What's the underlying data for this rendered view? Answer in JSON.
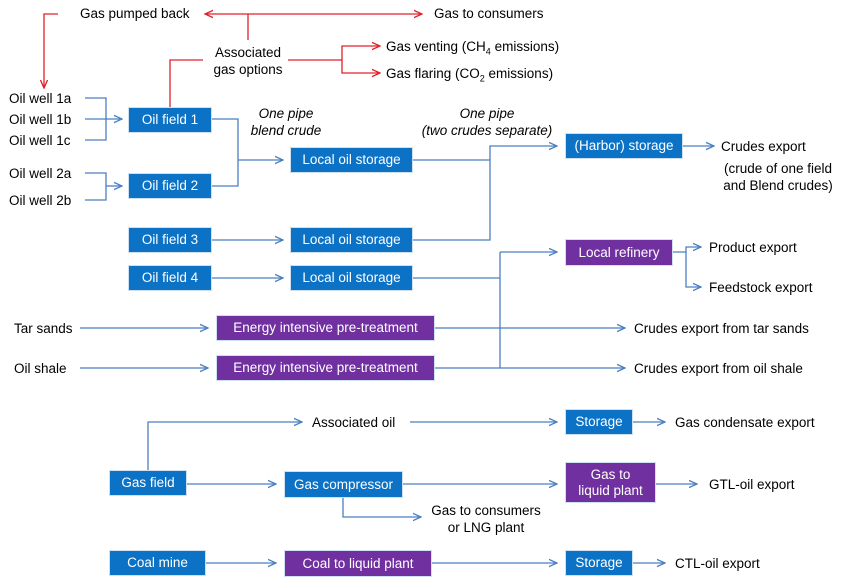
{
  "wells": {
    "w1a": "Oil well 1a",
    "w1b": "Oil well 1b",
    "w1c": "Oil well 1c",
    "w2a": "Oil well 2a",
    "w2b": "Oil well 2b"
  },
  "top": {
    "gas_pumped_back": "Gas pumped back",
    "gas_to_consumers": "Gas to consumers",
    "associated_gas_options_1": "Associated",
    "associated_gas_options_2": "gas options",
    "venting_prefix": "Gas venting (CH",
    "venting_sub": "4",
    "venting_suffix": " emissions)",
    "flaring_prefix": "Gas flaring (CO",
    "flaring_sub": "2",
    "flaring_suffix": " emissions)"
  },
  "boxes": {
    "oil_field_1": "Oil field 1",
    "oil_field_2": "Oil field 2",
    "oil_field_3": "Oil field 3",
    "oil_field_4": "Oil field 4",
    "local_storage_1": "Local oil storage",
    "local_storage_2": "Local oil storage",
    "local_storage_3": "Local oil storage",
    "harbor_storage": "(Harbor) storage",
    "local_refinery": "Local refinery",
    "pretreat_tar": "Energy intensive pre-treatment",
    "pretreat_shale": "Energy intensive pre-treatment",
    "gas_field": "Gas field",
    "gas_compressor": "Gas compressor",
    "gtl_plant_1": "Gas to",
    "gtl_plant_2": "liquid plant",
    "storage_condensate": "Storage",
    "coal_mine": "Coal mine",
    "ctl_plant": "Coal to liquid plant",
    "storage_ctl": "Storage"
  },
  "labels": {
    "one_pipe_blend_1": "One pipe",
    "one_pipe_blend_2": "blend crude",
    "one_pipe_sep_1": "One pipe",
    "one_pipe_sep_2": "(two crudes separate)",
    "crudes_export": "Crudes export",
    "crudes_export_note_1": "(crude of one field",
    "crudes_export_note_2": "and Blend crudes)",
    "product_export": "Product export",
    "feedstock_export": "Feedstock export",
    "tar_sands": "Tar sands",
    "oil_shale": "Oil shale",
    "crudes_tar": "Crudes export from tar sands",
    "crudes_shale": "Crudes export from oil shale",
    "associated_oil": "Associated oil",
    "gas_condensate_export": "Gas condensate export",
    "gtl_export": "GTL-oil  export",
    "gas_consumers_lng_1": "Gas to consumers",
    "gas_consumers_lng_2": "or LNG plant",
    "ctl_export": "CTL-oil  export"
  },
  "colors": {
    "blue_box": "#0b72c6",
    "purple_box": "#7030a0",
    "connector_blue": "#4a7fc1",
    "connector_red": "#e0202a"
  }
}
